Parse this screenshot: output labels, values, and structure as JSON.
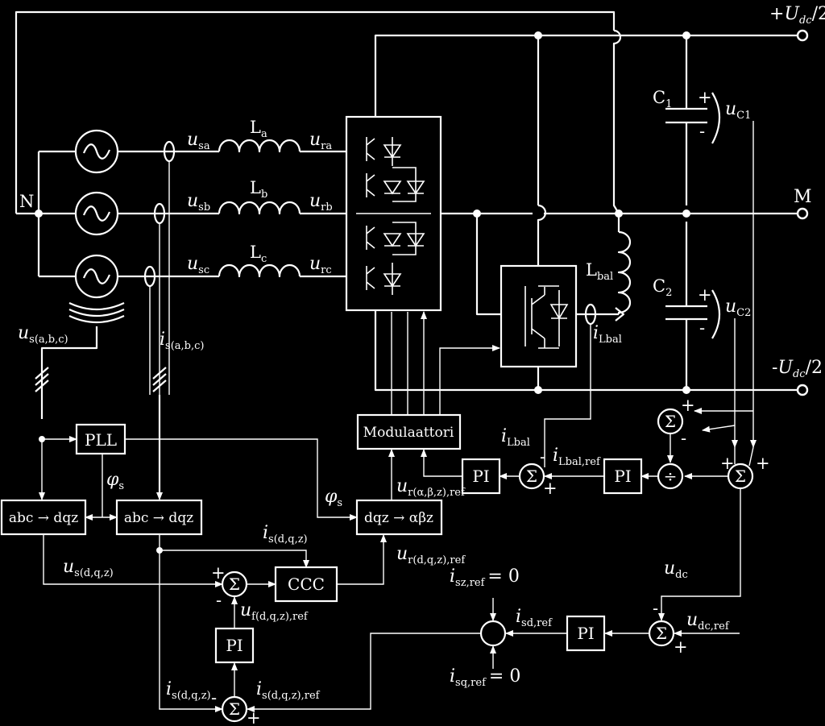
{
  "terminals": {
    "dc_plus": {
      "pre": "+",
      "sym": "U",
      "sub": "dc",
      "post": "/2"
    },
    "mid": "M",
    "dc_minus": {
      "pre": "-",
      "sym": "U",
      "sub": "dc",
      "post": "/2"
    }
  },
  "neutral": "N",
  "inductors": {
    "la": {
      "sym": "L",
      "sub": "a"
    },
    "lb": {
      "sym": "L",
      "sub": "b"
    },
    "lc": {
      "sym": "L",
      "sub": "c"
    },
    "lbal": {
      "sym": "L",
      "sub": "bal"
    }
  },
  "capacitors": {
    "c1": {
      "sym": "C",
      "sub": "1"
    },
    "c2": {
      "sym": "C",
      "sub": "2"
    }
  },
  "signs": {
    "plus": "+",
    "minus": "-"
  },
  "voltages": {
    "usa": {
      "sym": "u",
      "sub": "sa"
    },
    "usb": {
      "sym": "u",
      "sub": "sb"
    },
    "usc": {
      "sym": "u",
      "sub": "sc"
    },
    "ura": {
      "sym": "u",
      "sub": "ra"
    },
    "urb": {
      "sym": "u",
      "sub": "rb"
    },
    "urc": {
      "sym": "u",
      "sub": "rc"
    },
    "uc1": {
      "sym": "u",
      "sub": "C1"
    },
    "uc2": {
      "sym": "u",
      "sub": "C2"
    }
  },
  "signals": {
    "us_abc": {
      "sym": "u",
      "sub": "s(a,b,c)"
    },
    "is_abc": {
      "sym": "i",
      "sub": "s(a,b,c)"
    },
    "phi_s": {
      "sym": "φ",
      "sub": "s"
    },
    "phi_s2": {
      "sym": "φ",
      "sub": "s"
    },
    "us_dqz": {
      "sym": "u",
      "sub": "s(d,q,z)"
    },
    "is_dqz": {
      "sym": "i",
      "sub": "s(d,q,z)"
    },
    "is_dqz_bottom": {
      "sym": "i",
      "sub": "s(d,q,z)"
    },
    "is_dqz_ref": {
      "sym": "i",
      "sub": "s(d,q,z),ref"
    },
    "uf_dqz_ref": {
      "sym": "u",
      "sub": "f(d,q,z),ref"
    },
    "ur_dqz_ref": {
      "sym": "u",
      "sub": "r(d,q,z),ref"
    },
    "ur_abz_ref": {
      "sym": "u",
      "sub": "r(α,β,z),ref"
    },
    "ilbal": {
      "sym": "i",
      "sub": "Lbal"
    },
    "ilbal_fb": {
      "sym": "i",
      "sub": "Lbal"
    },
    "ilbal_ref": {
      "sym": "i",
      "sub": "Lbal,ref"
    },
    "udc": {
      "sym": "u",
      "sub": "dc"
    },
    "udc_ref": {
      "sym": "u",
      "sub": "dc,ref"
    },
    "isd_ref": {
      "sym": "i",
      "sub": "sd,ref"
    },
    "isz_ref": {
      "sym": "i",
      "sub": "sz,ref",
      "eq": "= 0"
    },
    "isq_ref": {
      "sym": "i",
      "sub": "sq,ref",
      "eq": "= 0"
    }
  },
  "blocks": {
    "pll": "PLL",
    "abc_dqz_u": "abc → dqz",
    "abc_dqz_i": "abc → dqz",
    "dqz_abz": "dqz → αβz",
    "modulator": "Modulaattori",
    "ccc": "CCC",
    "pi_current": "PI",
    "pi_bal": "PI",
    "pi_bal_ref": "PI",
    "pi_dc": "PI",
    "sum": "Σ",
    "divide": "÷"
  }
}
